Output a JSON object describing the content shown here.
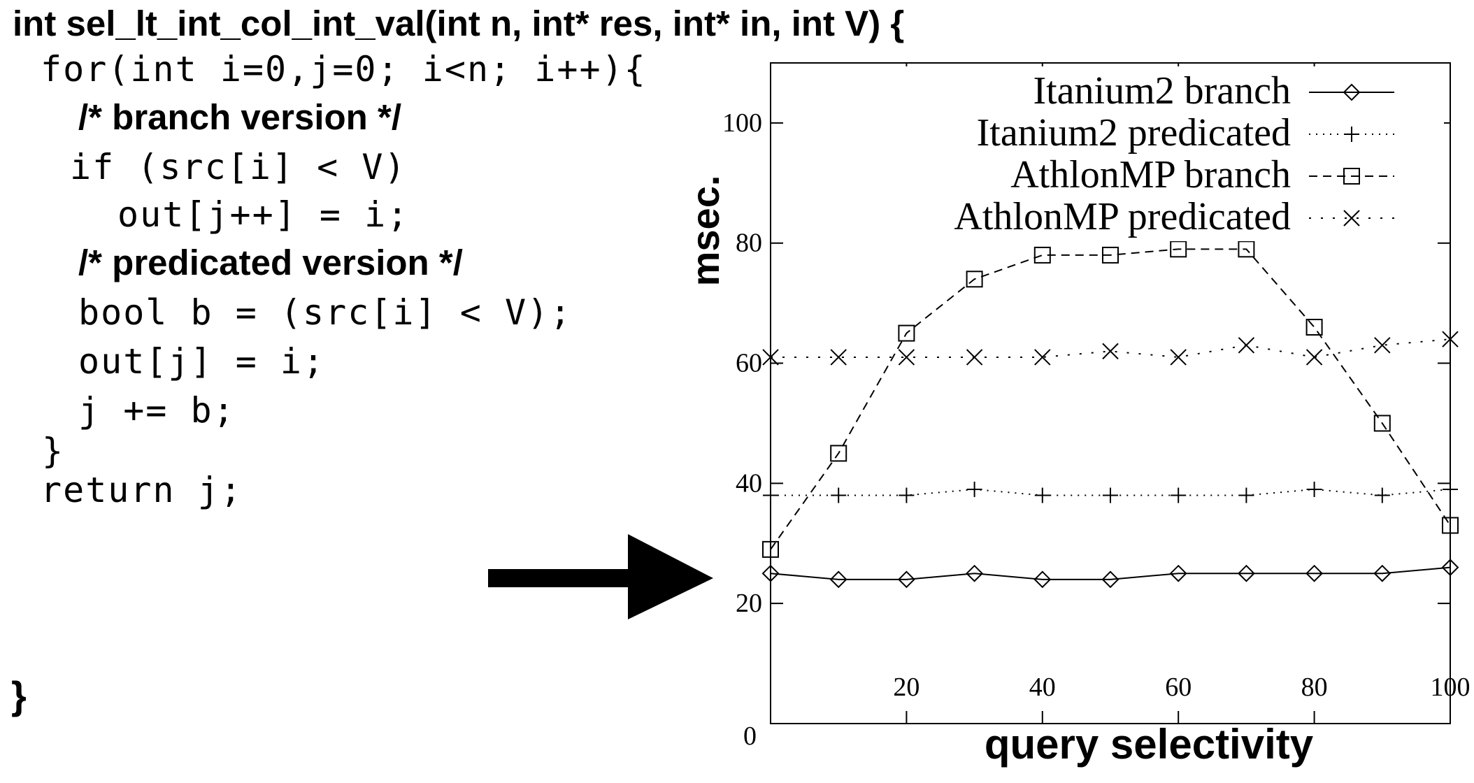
{
  "code": {
    "signature": "int sel_lt_int_col_int_val(int n, int* res, int* in, int V) {",
    "for_line": "for(int i=0,j=0; i<n; i++){",
    "branch_comment": "/* branch version */",
    "if_line": "if (src[i] < V)",
    "assign_line": "out[j++] = i;",
    "pred_comment": "/* predicated version */",
    "bool_line": "bool b = (src[i] < V);",
    "out_line": "out[j] = i;",
    "inc_line": "j += b;",
    "close_for": "}",
    "return_line": "return j;",
    "close_fn": "}"
  },
  "arrow": {
    "color": "#000000",
    "icon": "right-arrow-icon"
  },
  "chart_data": {
    "type": "line",
    "title": "",
    "xlabel": "query selectivity",
    "ylabel": "msec.",
    "xlim": [
      0,
      100
    ],
    "ylim": [
      0,
      110
    ],
    "x_ticks": [
      20,
      40,
      60,
      80,
      100
    ],
    "x_tick_labels": [
      "20",
      "40",
      "60",
      "80",
      "100"
    ],
    "y_ticks": [
      0,
      20,
      40,
      60,
      80,
      100
    ],
    "y_tick_labels": [
      "0",
      "20",
      "40",
      "60",
      "80",
      "100"
    ],
    "grid": false,
    "legend_position": "top-right",
    "x": [
      0,
      10,
      20,
      30,
      40,
      50,
      60,
      70,
      80,
      90,
      100
    ],
    "series": [
      {
        "name": "Itanium2 branch",
        "marker": "diamond",
        "dash": "solid",
        "values": [
          25,
          24,
          24,
          25,
          24,
          24,
          25,
          25,
          25,
          25,
          26
        ]
      },
      {
        "name": "Itanium2 predicated",
        "marker": "plus",
        "dash": "dotted",
        "values": [
          38,
          38,
          38,
          39,
          38,
          38,
          38,
          38,
          39,
          38,
          39
        ]
      },
      {
        "name": "AthlonMP branch",
        "marker": "square",
        "dash": "dashed",
        "values": [
          29,
          45,
          65,
          74,
          78,
          78,
          79,
          79,
          66,
          50,
          33
        ]
      },
      {
        "name": "AthlonMP predicated",
        "marker": "cross",
        "dash": "dashdot",
        "values": [
          61,
          61,
          61,
          61,
          61,
          62,
          61,
          63,
          61,
          63,
          64
        ]
      }
    ]
  }
}
